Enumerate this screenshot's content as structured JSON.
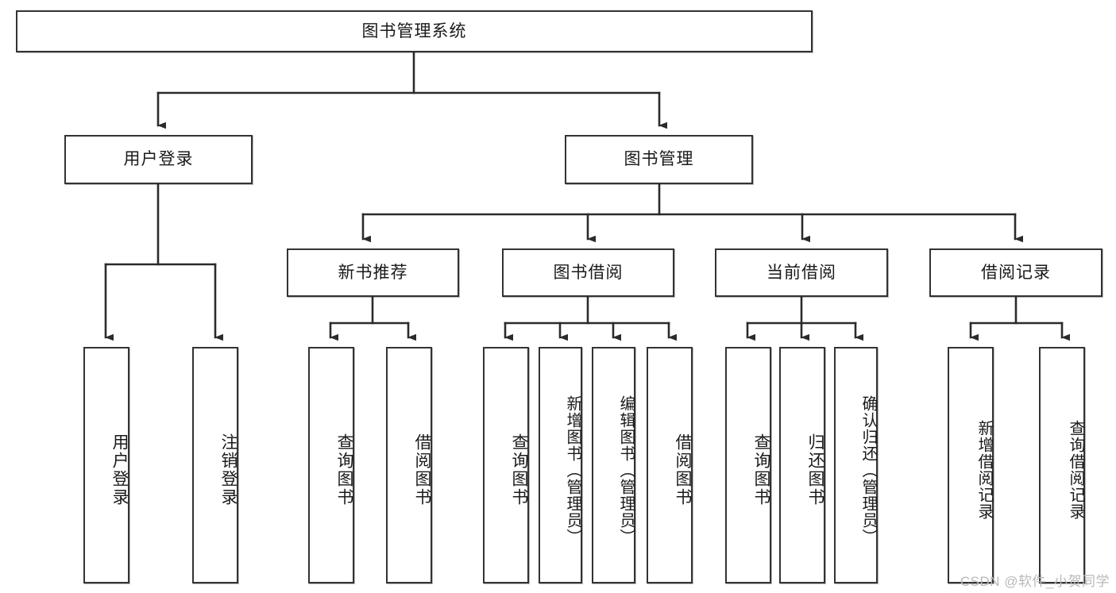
{
  "diagram": {
    "type": "tree-hierarchy",
    "title": "图书管理系统",
    "root": {
      "label": "图书管理系统"
    },
    "level2": [
      {
        "id": "user-login",
        "label": "用户登录"
      },
      {
        "id": "book-manage",
        "label": "图书管理"
      }
    ],
    "level3": [
      {
        "id": "new-book-recommend",
        "label": "新书推荐"
      },
      {
        "id": "book-borrow",
        "label": "图书借阅"
      },
      {
        "id": "current-borrow",
        "label": "当前借阅"
      },
      {
        "id": "borrow-record",
        "label": "借阅记录"
      }
    ],
    "leaves": {
      "user_login": [
        {
          "id": "leaf-user-login",
          "label": "用户登录"
        },
        {
          "id": "leaf-logout-login",
          "label": "注销登录"
        }
      ],
      "new_book_recommend": [
        {
          "id": "leaf-query-book-1",
          "label": "查询图书"
        },
        {
          "id": "leaf-borrow-book-1",
          "label": "借阅图书"
        }
      ],
      "book_borrow": [
        {
          "id": "leaf-query-book-2",
          "label": "查询图书"
        },
        {
          "id": "leaf-add-book",
          "label": "新增图书（管理员）"
        },
        {
          "id": "leaf-edit-book",
          "label": "编辑图书（管理员）"
        },
        {
          "id": "leaf-borrow-book-2",
          "label": "借阅图书"
        }
      ],
      "current_borrow": [
        {
          "id": "leaf-query-book-3",
          "label": "查询图书"
        },
        {
          "id": "leaf-return-book",
          "label": "归还图书"
        },
        {
          "id": "leaf-confirm-return",
          "label": "确认归还（管理员）"
        }
      ],
      "borrow_record": [
        {
          "id": "leaf-add-record",
          "label": "新增借阅记录"
        },
        {
          "id": "leaf-query-record",
          "label": "查询借阅记录"
        }
      ]
    },
    "watermark": "CSDN @软件_小贺同学",
    "colors": {
      "stroke": "#333333",
      "fill": "#ffffff",
      "text": "#1a1a1a",
      "watermark": "#b9b9b9"
    }
  }
}
